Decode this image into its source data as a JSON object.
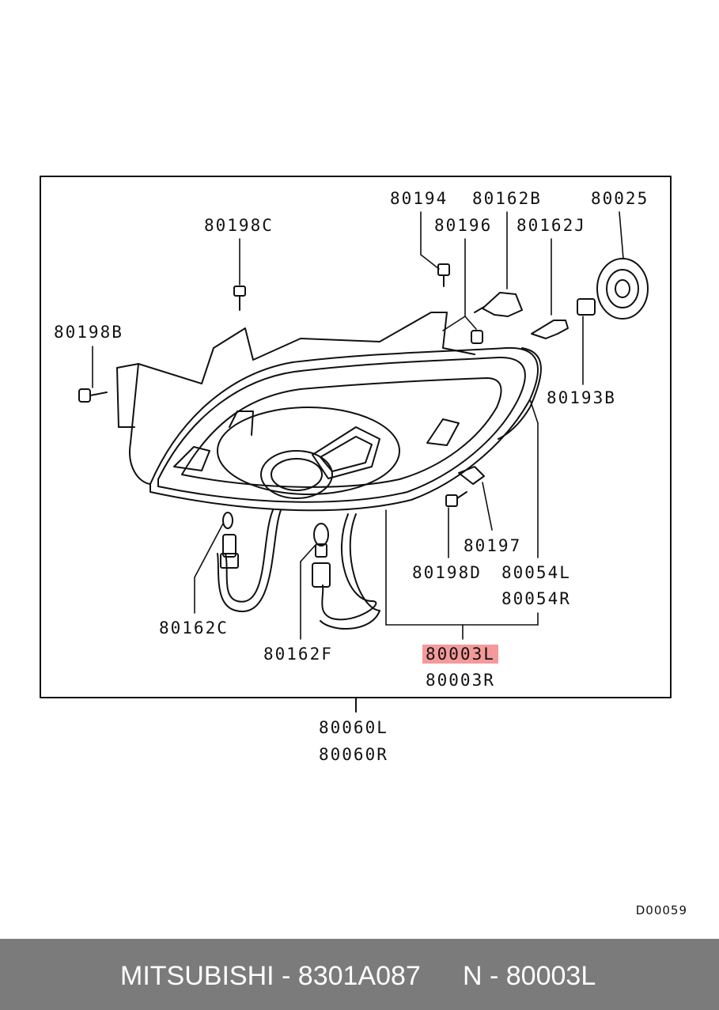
{
  "labels": {
    "l80194": "80194",
    "l80162B": "80162B",
    "l80025": "80025",
    "l80198C": "80198C",
    "l80196": "80196",
    "l80162J": "80162J",
    "l80198B": "80198B",
    "l80193B": "80193B",
    "l80197": "80197",
    "l80198D": "80198D",
    "l80054L": "80054L",
    "l80054R": "80054R",
    "l80162C": "80162C",
    "l80162F": "80162F",
    "l80003L": "80003L",
    "l80003R": "80003R",
    "l80060L": "80060L",
    "l80060R": "80060R"
  },
  "diagram_code": "D00059",
  "footer": {
    "brand_part": "MITSUBISHI - 8301A087",
    "ref": "N - 80003L"
  },
  "colors": {
    "highlight": "#f59a9a",
    "footer_bg": "#7b7b7b"
  }
}
